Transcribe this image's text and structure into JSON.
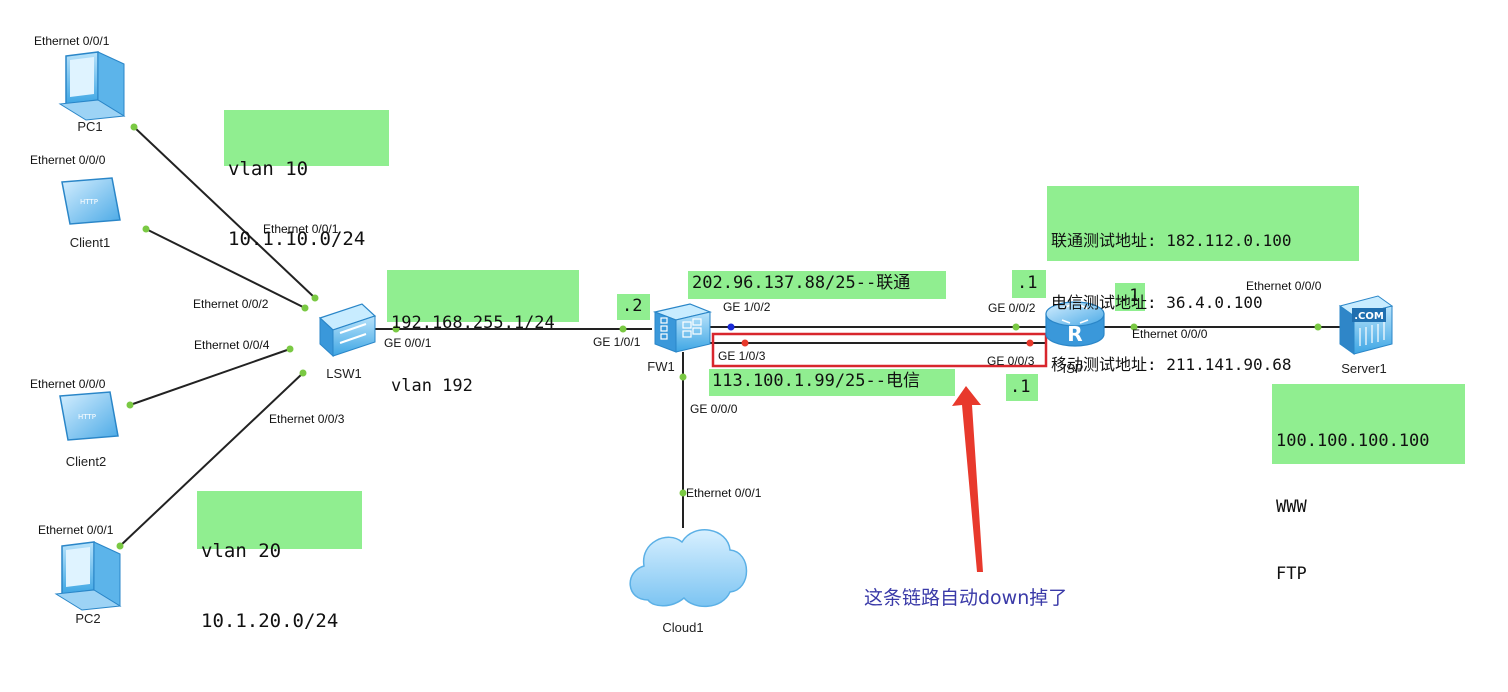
{
  "devices": {
    "pc1": {
      "name": "PC1",
      "icon": "pc-icon"
    },
    "pc2": {
      "name": "PC2",
      "icon": "pc-icon"
    },
    "client1": {
      "name": "Client1",
      "icon": "http-client-icon"
    },
    "client2": {
      "name": "Client2",
      "icon": "http-client-icon"
    },
    "lsw1": {
      "name": "LSW1",
      "icon": "switch-icon"
    },
    "fw1": {
      "name": "FW1",
      "icon": "firewall-icon"
    },
    "isp": {
      "name": "ISP",
      "icon": "router-icon"
    },
    "server1": {
      "name": "Server1",
      "icon": "server-icon",
      "badge": ".COM"
    },
    "cloud1": {
      "name": "Cloud1",
      "icon": "cloud-icon"
    }
  },
  "ports": {
    "pc1_eth": "Ethernet 0/0/1",
    "client1_eth": "Ethernet 0/0/0",
    "client2_eth": "Ethernet 0/0/0",
    "pc2_eth": "Ethernet 0/0/1",
    "lsw_e1": "Ethernet 0/0/1",
    "lsw_e2": "Ethernet 0/0/2",
    "lsw_e4": "Ethernet 0/0/4",
    "lsw_e3": "Ethernet 0/0/3",
    "lsw_ge": "GE 0/0/1",
    "fw_ge101": "GE 1/0/1",
    "fw_ge102": "GE 1/0/2",
    "fw_ge103": "GE 1/0/3",
    "fw_ge000": "GE 0/0/0",
    "isp_ge002": "GE 0/0/2",
    "isp_ge003": "GE 0/0/3",
    "isp_eth000": "Ethernet 0/0/0",
    "server_eth000": "Ethernet 0/0/0",
    "cloud_eth001": "Ethernet 0/0/1"
  },
  "notes": {
    "vlan10": [
      "vlan 10",
      "10.1.10.0/24"
    ],
    "vlan20": [
      "vlan 20",
      "10.1.20.0/24"
    ],
    "vlan192": [
      "192.168.255.1/24",
      "vlan 192"
    ],
    "fw_dot2": ".2",
    "unicom_link": "202.96.137.88/25--联通",
    "telecom_link": "113.100.1.99/25--电信",
    "isp_dot1_top": ".1",
    "isp_dot1_right": ".1",
    "isp_dot1_bottom": ".1",
    "test_addrs": [
      "联通测试地址: 182.112.0.100",
      "电信测试地址: 36.4.0.100",
      "移动测试地址: 211.141.90.68"
    ],
    "server_info": [
      "100.100.100.100",
      "WWW",
      "FTP"
    ]
  },
  "annotation": "这条链路自动down掉了",
  "colors": {
    "note_bg": "#90ee90",
    "port_dot_up": "#7ac943",
    "port_dot_down": "#e8392c",
    "port_dot_blue": "#1a2ad8",
    "highlight": "#d8262d",
    "annotation": "#3a3aa8",
    "link": "#222222"
  }
}
